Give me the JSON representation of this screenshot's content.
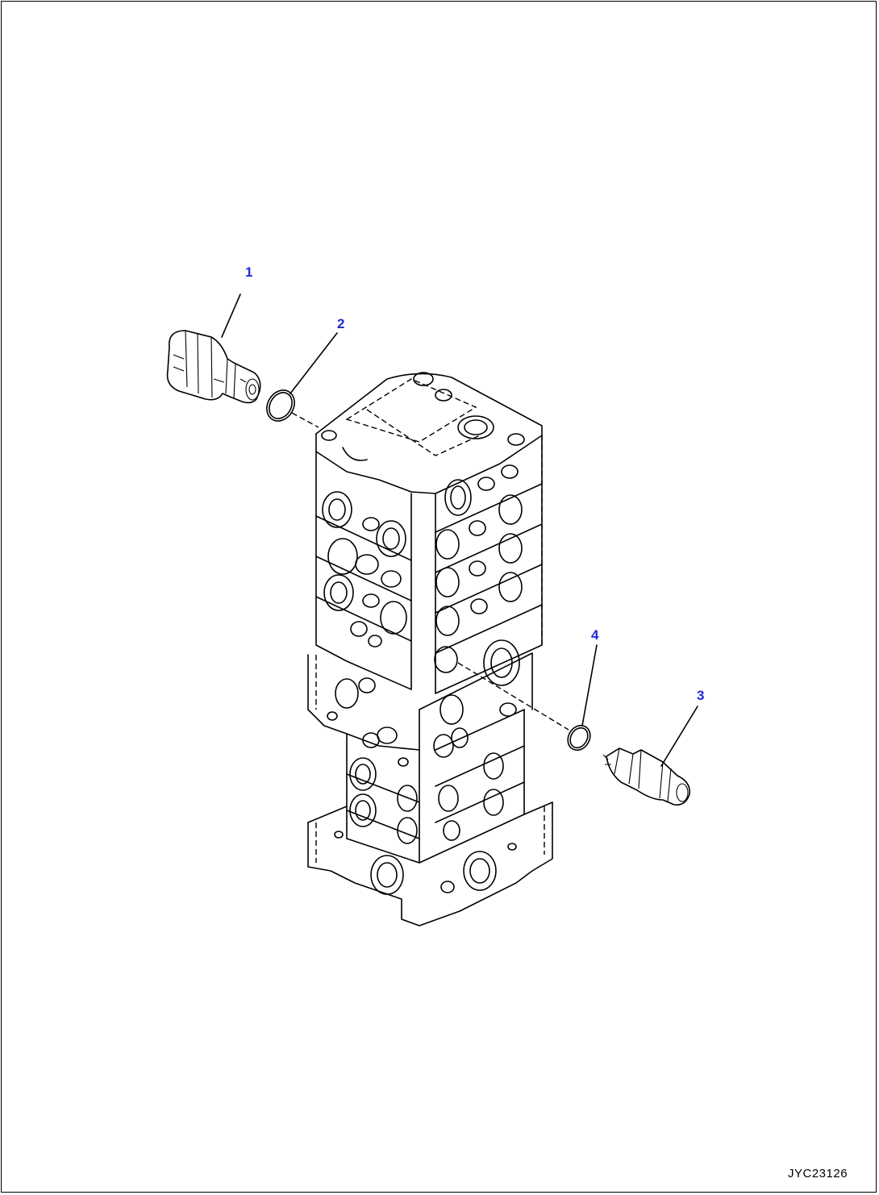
{
  "diagram": {
    "callouts": [
      {
        "id": "1",
        "label": "1"
      },
      {
        "id": "2",
        "label": "2"
      },
      {
        "id": "3",
        "label": "3"
      },
      {
        "id": "4",
        "label": "4"
      }
    ],
    "drawing_code": "JYC23126",
    "callout_color": "#1f2ad6"
  }
}
